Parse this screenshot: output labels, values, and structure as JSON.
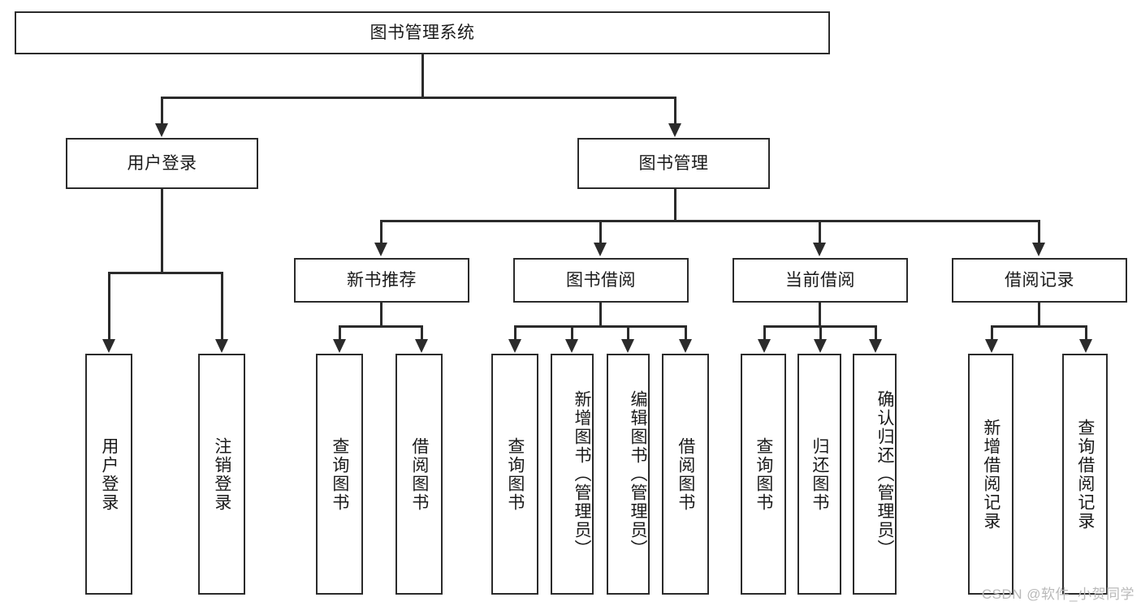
{
  "diagram": {
    "title": "图书管理系统",
    "type": "tree",
    "watermark": "CSDN @软件_小贺同学",
    "colors": {
      "stroke": "#2b2b2b",
      "fill": "#ffffff",
      "text": "#1a1a1a",
      "watermark": "#b9b9b9"
    }
  },
  "root": {
    "label": "图书管理系统"
  },
  "level2": [
    {
      "label": "用户登录"
    },
    {
      "label": "图书管理"
    }
  ],
  "level3": [
    {
      "label": "新书推荐"
    },
    {
      "label": "图书借阅"
    },
    {
      "label": "当前借阅"
    },
    {
      "label": "借阅记录"
    }
  ],
  "leaves": {
    "user_login": [
      {
        "label": "用户登录"
      },
      {
        "label": "注销登录"
      }
    ],
    "new_book_recommend": [
      {
        "label": "查询图书"
      },
      {
        "label": "借阅图书"
      }
    ],
    "book_borrow": [
      {
        "label": "查询图书"
      },
      {
        "label": "新增图书（管理员）"
      },
      {
        "label": "编辑图书（管理员）"
      },
      {
        "label": "借阅图书"
      }
    ],
    "current_borrow": [
      {
        "label": "查询图书"
      },
      {
        "label": "归还图书"
      },
      {
        "label": "确认归还（管理员）"
      }
    ],
    "borrow_record": [
      {
        "label": "新增借阅记录"
      },
      {
        "label": "查询借阅记录"
      }
    ]
  }
}
